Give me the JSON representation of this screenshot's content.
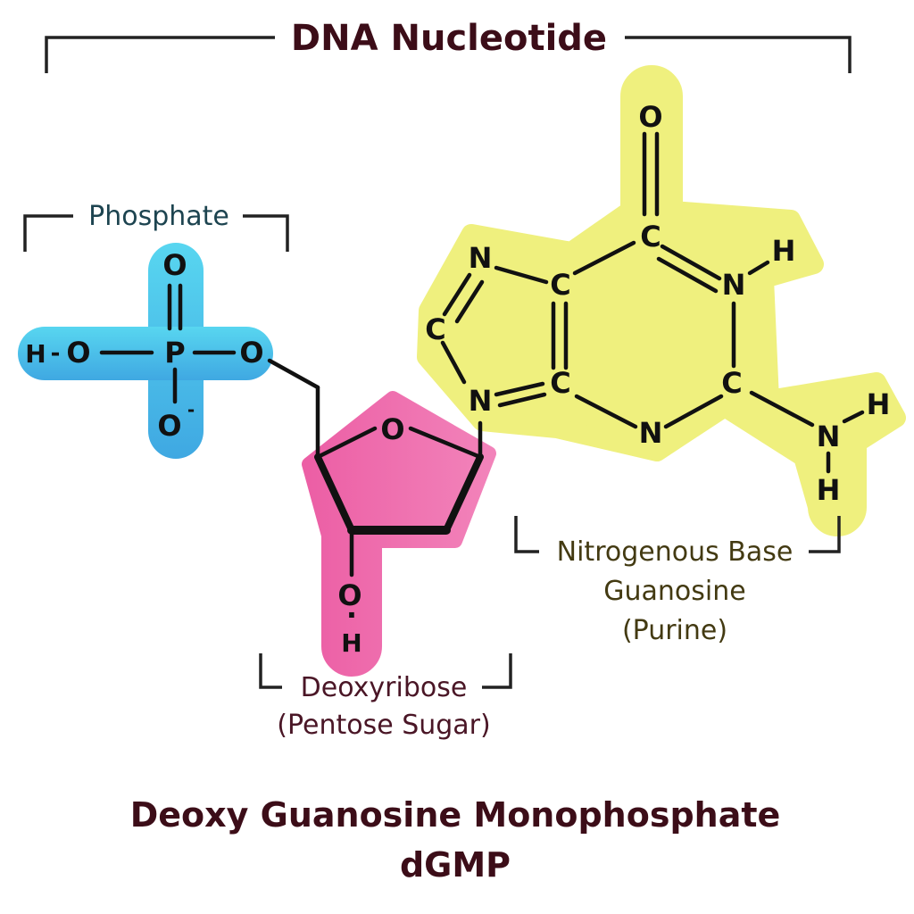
{
  "title": "DNA Nucleotide",
  "groups": {
    "phosphate": {
      "label": "Phosphate"
    },
    "sugar": {
      "label_line1": "Deoxyribose",
      "label_line2": "(Pentose Sugar)"
    },
    "base": {
      "label_line1": "Nitrogenous Base",
      "label_line2": "Guanosine",
      "label_line3": "(Purine)"
    }
  },
  "atoms": {
    "H": "H",
    "O": "O",
    "P": "P",
    "N": "N",
    "C": "C",
    "minus": "-",
    "dot": "·"
  },
  "footer": {
    "line1": "Deoxy Guanosine Monophosphate",
    "line2": "dGMP"
  },
  "colors": {
    "phosphate_highlight": "#4ec3ea",
    "sugar_highlight": "#ef6fae",
    "base_highlight": "#eff07e",
    "title_text": "#3c0d18",
    "phosphate_label": "#1d4450",
    "sugar_label": "#4a1626",
    "base_label": "#433a12"
  }
}
